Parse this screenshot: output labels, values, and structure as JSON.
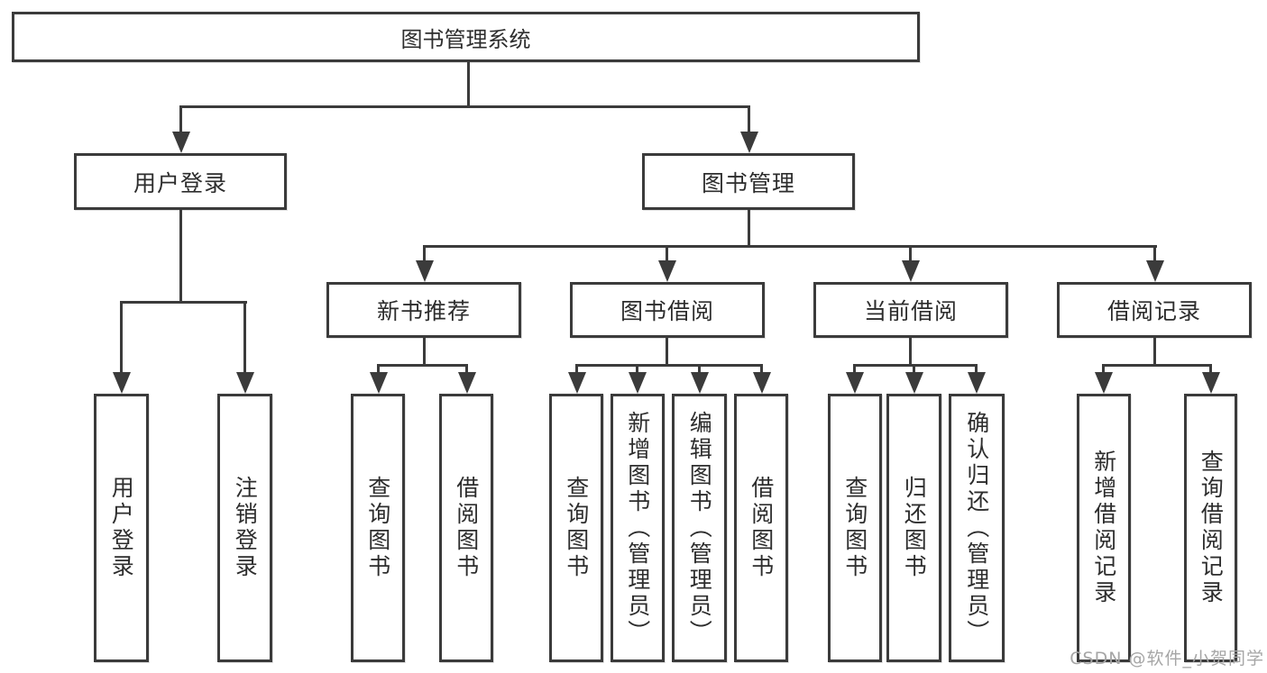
{
  "diagram": {
    "root": {
      "label": "图书管理系统"
    },
    "level2": [
      {
        "label": "用户登录"
      },
      {
        "label": "图书管理"
      }
    ],
    "level3": [
      {
        "label": "新书推荐"
      },
      {
        "label": "图书借阅"
      },
      {
        "label": "当前借阅"
      },
      {
        "label": "借阅记录"
      }
    ],
    "level4": [
      {
        "label": "用户登录"
      },
      {
        "label": "注销登录"
      },
      {
        "label": "查询图书"
      },
      {
        "label": "借阅图书"
      },
      {
        "label": "查询图书"
      },
      {
        "label": "新增图书（管理员）"
      },
      {
        "label": "编辑图书（管理员）"
      },
      {
        "label": "借阅图书"
      },
      {
        "label": "查询图书"
      },
      {
        "label": "归还图书"
      },
      {
        "label": "确认归还（管理员）"
      },
      {
        "label": "新增借阅记录"
      },
      {
        "label": "查询借阅记录"
      }
    ]
  },
  "watermark": {
    "text": "CSDN @软件_小贺同学"
  },
  "colors": {
    "line": "#3b3b3b",
    "text": "#2d2d2d",
    "background": "#ffffff",
    "watermark": "#a6a6a6"
  }
}
